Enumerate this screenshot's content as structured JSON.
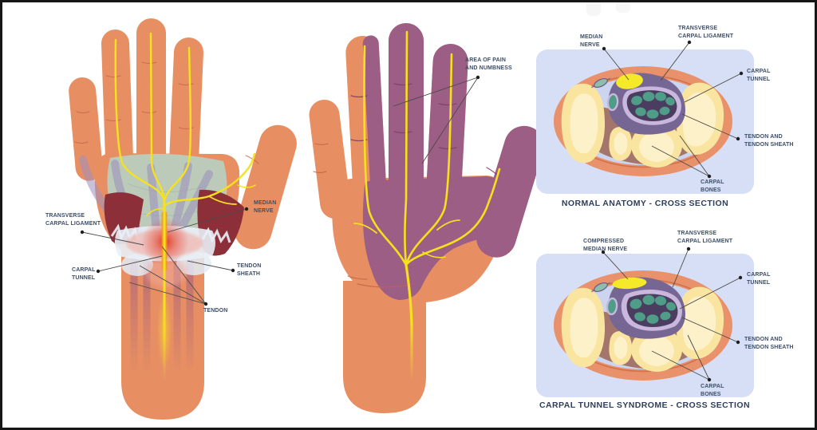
{
  "palmar_view": {
    "labels": {
      "transverse_carpal_ligament": [
        "TRANSVERSE",
        "CARPAL LIGAMENT"
      ],
      "carpal_tunnel": [
        "CARPAL",
        "TUNNEL"
      ],
      "median_nerve": [
        "MEDIAN",
        "NERVE"
      ],
      "tendon_sheath": [
        "TENDON",
        "SHEATH"
      ],
      "tendon": [
        "TENDON"
      ]
    }
  },
  "pain_view": {
    "labels": {
      "area_of_pain": [
        "AREA OF PAIN",
        "AND NUMBNESS"
      ]
    }
  },
  "cross_normal": {
    "title": "NORMAL ANATOMY - CROSS SECTION",
    "labels": {
      "median_nerve": [
        "MEDIAN",
        "NERVE"
      ],
      "transverse_carpal_ligament": [
        "TRANSVERSE",
        "CARPAL LIGAMENT"
      ],
      "carpal_tunnel": [
        "CARPAL",
        "TUNNEL"
      ],
      "tendon_and_sheath": [
        "TENDON AND",
        "TENDON SHEATH"
      ],
      "carpal_bones": [
        "CARPAL",
        "BONES"
      ]
    }
  },
  "cross_syndrome": {
    "title": "CARPAL TUNNEL SYNDROME - CROSS SECTION",
    "labels": {
      "compressed_median_nerve": [
        "COMPRESSED",
        "MEDIAN NERVE"
      ],
      "transverse_carpal_ligament": [
        "TRANSVERSE",
        "CARPAL LIGAMENT"
      ],
      "carpal_tunnel": [
        "CARPAL",
        "TUNNEL"
      ],
      "tendon_and_sheath": [
        "TENDON AND",
        "TENDON SHEATH"
      ],
      "carpal_bones": [
        "CARPAL",
        "BONES"
      ]
    }
  },
  "colors": {
    "skin": "#E78F63",
    "nerve_yellow": "#F6E11F",
    "pain_purple": "#9D5E85",
    "tunnel_purple": "#756694",
    "tunnel_interior": "#4A3D5F",
    "tendon_teal": "#4F9C88",
    "sheath_lavender": "#C9B7DD",
    "bone": "#F9E4A0",
    "bone_highlight": "#FCF1C9",
    "wrist_ring_orange": "#E8916A",
    "panel_blue": "#D7DFF6",
    "muscle_red": "#8C2F38",
    "inflammation_red": "#E23A25",
    "label_text": "#3D4E68"
  }
}
